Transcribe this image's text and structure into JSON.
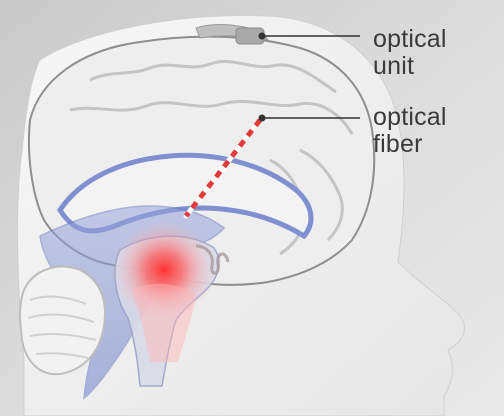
{
  "labels": {
    "optical_unit": [
      "optical",
      "unit"
    ],
    "optical_fiber": [
      "optical",
      "fiber"
    ]
  },
  "colors": {
    "background_grey": "#d6d6d6",
    "head_white": "#f4f4f4",
    "ventricle_blue": "#7f8fd0",
    "fiber_red": "#e23a3a",
    "fiber_white": "#ffffff",
    "glow_red": "#ff3b3b",
    "leader_line": "#333333"
  }
}
